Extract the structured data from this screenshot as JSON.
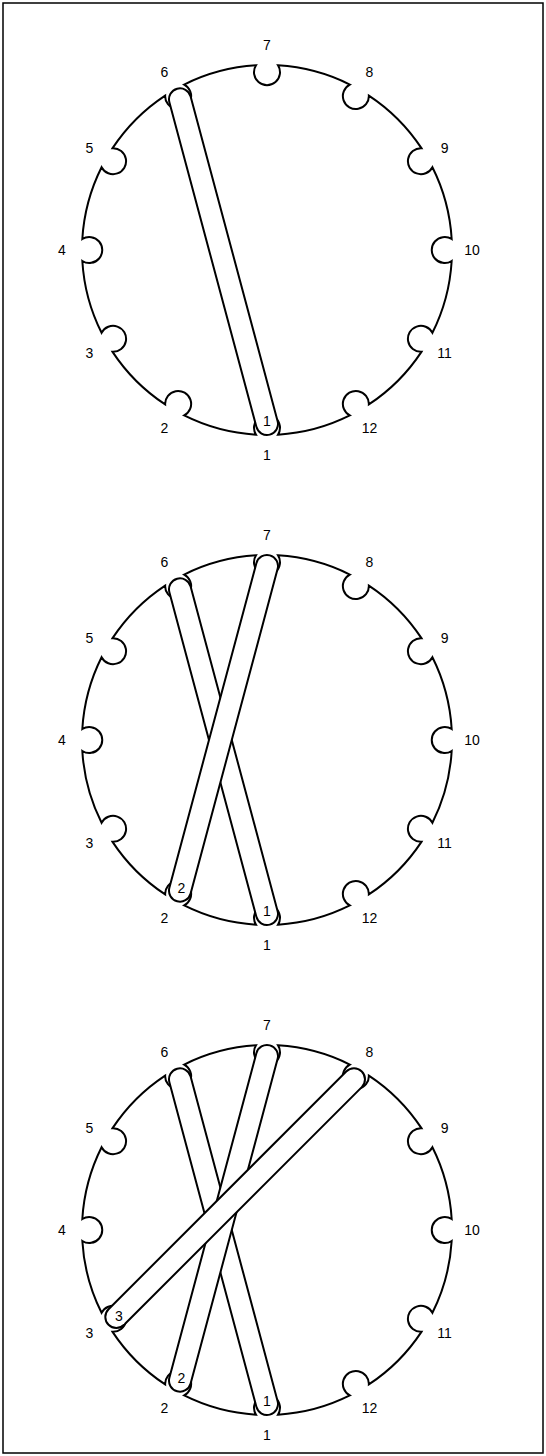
{
  "diagram": {
    "labels": [
      "1",
      "2",
      "3",
      "4",
      "5",
      "6",
      "7",
      "8",
      "9",
      "10",
      "11",
      "12",
      "1",
      "1",
      "2",
      "3",
      "4",
      "5",
      "6",
      "7",
      "8",
      "9",
      "10",
      "11",
      "12",
      "1",
      "2",
      "1",
      "2",
      "3",
      "4",
      "5",
      "6",
      "7",
      "8",
      "9",
      "10",
      "11",
      "12",
      "1",
      "2",
      "3"
    ]
  }
}
